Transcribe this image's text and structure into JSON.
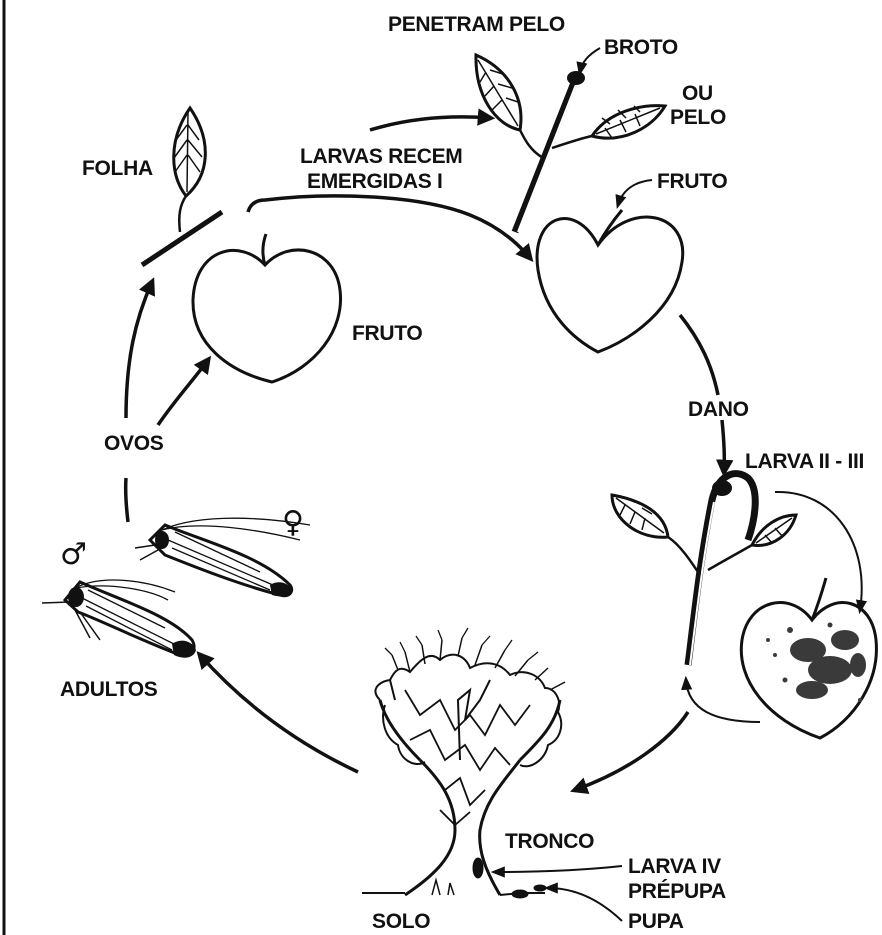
{
  "labels": {
    "penetram_pelo": "PENETRAM PELO",
    "broto": "BROTO",
    "ou": "OU",
    "pelo": "PELO",
    "fruto_top": "FRUTO",
    "folha": "FOLHA",
    "larvas_recem_line1": "LARVAS RECEM",
    "larvas_recem_line2": "EMERGIDAS I",
    "fruto_left": "FRUTO",
    "dano": "DANO",
    "larva_ii_iii": "LARVA II - III",
    "ovos": "OVOS",
    "female_symbol": "♀",
    "male_symbol": "♂",
    "adultos": "ADULTOS",
    "tronco": "TRONCO",
    "larva_iv": "LARVA IV",
    "prepupa": "PRÉPUPA",
    "solo": "SOLO",
    "pupa": "PUPA"
  },
  "colors": {
    "ink": "#111111",
    "paper": "#ffffff",
    "damage": "#3a3a3a"
  }
}
